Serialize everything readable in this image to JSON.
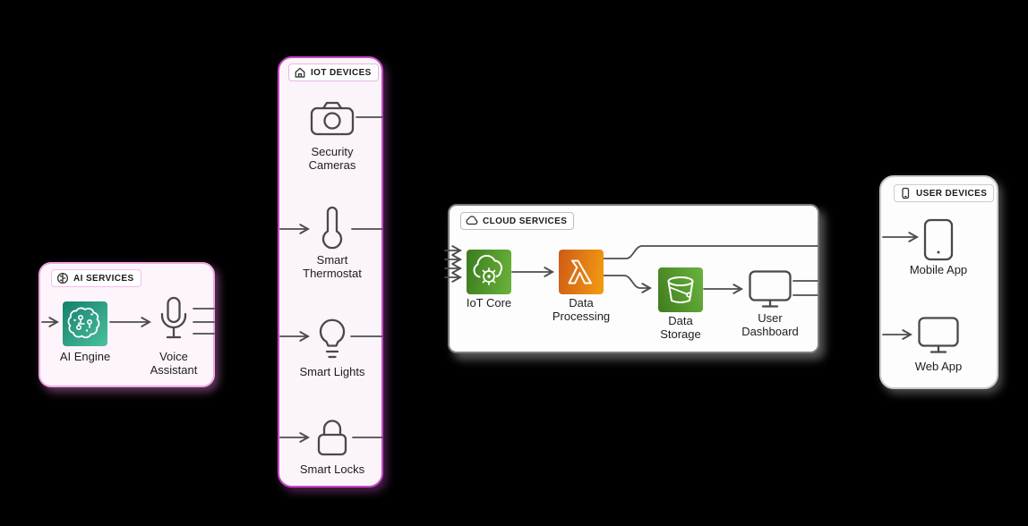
{
  "diagram": {
    "background": "#000000",
    "groups": {
      "ai_services": {
        "label": "AI SERVICES",
        "icon": "brain-icon",
        "nodes": [
          {
            "label": "AI Engine",
            "icon": "ai-brain-circuit-icon"
          },
          {
            "label": "Voice Assistant",
            "icon": "microphone-icon"
          }
        ]
      },
      "iot_devices": {
        "label": "IOT DEVICES",
        "icon": "house-icon",
        "nodes": [
          {
            "label": "Security Cameras",
            "icon": "camera-icon"
          },
          {
            "label": "Smart Thermostat",
            "icon": "thermometer-icon"
          },
          {
            "label": "Smart Lights",
            "icon": "lightbulb-icon"
          },
          {
            "label": "Smart Locks",
            "icon": "padlock-icon"
          }
        ]
      },
      "cloud_services": {
        "label": "CLOUD SERVICES",
        "icon": "cloud-icon",
        "nodes": [
          {
            "label": "IoT Core",
            "icon": "aws-iot-core-icon"
          },
          {
            "label": "Data Processing",
            "icon": "aws-lambda-icon"
          },
          {
            "label": "Data Storage",
            "icon": "bucket-icon"
          },
          {
            "label": "User Dashboard",
            "icon": "monitor-icon"
          }
        ]
      },
      "user_devices": {
        "label": "USER DEVICES",
        "icon": "mobile-phone-icon",
        "nodes": [
          {
            "label": "Mobile App",
            "icon": "tablet-icon"
          },
          {
            "label": "Web App",
            "icon": "monitor-icon"
          }
        ]
      }
    },
    "connections": [
      {
        "from": "external-left",
        "to": "AI Engine"
      },
      {
        "from": "AI Engine",
        "to": "Voice Assistant"
      },
      {
        "from": "Voice Assistant",
        "to": "Smart Thermostat"
      },
      {
        "from": "Voice Assistant",
        "to": "Smart Lights"
      },
      {
        "from": "Voice Assistant",
        "to": "Smart Locks"
      },
      {
        "from": "Security Cameras",
        "to": "IoT Core"
      },
      {
        "from": "Smart Thermostat",
        "to": "IoT Core"
      },
      {
        "from": "Smart Lights",
        "to": "IoT Core"
      },
      {
        "from": "Smart Locks",
        "to": "IoT Core"
      },
      {
        "from": "IoT Core",
        "to": "Data Processing"
      },
      {
        "from": "Data Processing",
        "to": "Mobile App"
      },
      {
        "from": "Data Processing",
        "to": "Data Storage"
      },
      {
        "from": "Data Storage",
        "to": "User Dashboard"
      },
      {
        "from": "User Dashboard",
        "to": "Mobile App"
      },
      {
        "from": "User Dashboard",
        "to": "Web App"
      }
    ],
    "colors": {
      "connector": "#4d4d4d",
      "icon_stroke": "#494949",
      "text": "#1d1d1d",
      "ai_border": "#f0a8e4",
      "ai_fill": "#fdf5fb",
      "pill_ai_border": "#f2c0ea",
      "iot_border": "#c44ac4",
      "iot_fill": "#fbf4fa",
      "pill_iot_border": "#eab5e5",
      "cloud_border": "#7d7d7d",
      "cloud_fill": "#fdfdfd",
      "pill_cloud_border": "#bdbdbd",
      "user_border": "#c9c9c9",
      "user_fill": "#fdfdfd",
      "pill_user_border": "#cccccc",
      "engine_a": "#14806a",
      "engine_b": "#4cc0a0",
      "core_a": "#3b7c1e",
      "core_b": "#6ab33a",
      "lambda_a": "#cf5b16",
      "lambda_b": "#f39c12",
      "bucket_a": "#3f7d1c",
      "bucket_b": "#6ab33e"
    }
  }
}
